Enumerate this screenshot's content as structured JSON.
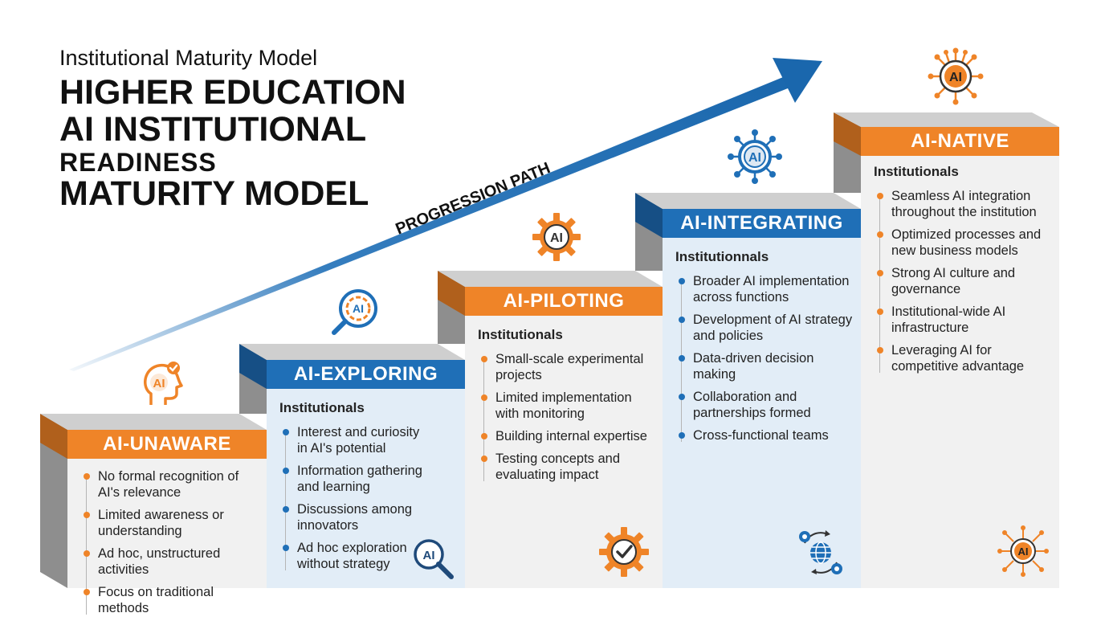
{
  "header": {
    "subtitle": "Institutional Maturity Model",
    "title_lines": [
      "HIGHER EDUCATION",
      "AI INSTITUTIONAL",
      "READINESS",
      "MATURITY MODEL"
    ]
  },
  "progression_label": "PROGRESSION PATH",
  "icon_text": "AI",
  "colors": {
    "orange": "#EF8428",
    "blue": "#1F6FB7",
    "light_gray": "#F1F1F1",
    "light_blue": "#E2EDF7",
    "dark": "#111111"
  },
  "stages": [
    {
      "name": "AI-UNAWARE",
      "accent": "orange",
      "icon": "head-ai-check-icon",
      "items": [
        "No formal recognition of AI's relevance",
        "Limited awareness or understanding",
        "Ad hoc, unstructured activities",
        "Focus on traditional methods"
      ]
    },
    {
      "name": "AI-EXPLORING",
      "accent": "blue",
      "heading": "Institutionals",
      "icon": "magnifier-ai-icon",
      "items": [
        "Interest and curiosity in AI's potential",
        "Information gathering and learning",
        "Discussions among innovators",
        "Ad hoc exploration without strategy"
      ]
    },
    {
      "name": "AI-PILOTING",
      "accent": "orange",
      "heading": "Institutionals",
      "icon": "gear-ai-icon",
      "items": [
        "Small-scale experimental projects",
        "Limited implementation with monitoring",
        "Building internal expertise",
        "Testing concepts and evaluating impact"
      ]
    },
    {
      "name": "AI-INTEGRATING",
      "accent": "blue",
      "heading": "Institutionnals",
      "icon": "network-ai-icon",
      "items": [
        "Broader AI implementation across functions",
        "Development of AI strategy and policies",
        "Data-driven decision making",
        "Collaboration and partnerships formed",
        "Cross-functional teams"
      ]
    },
    {
      "name": "AI-NATIVE",
      "accent": "orange",
      "heading": "Institutionals",
      "icon": "ai-chip-circuit-icon",
      "items": [
        "Seamless AI integration throughout the institution",
        "Optimized processes and new business models",
        "Strong AI culture and governance",
        "Institutional-wide AI infrastructure",
        "Leveraging AI for competitive advantage"
      ]
    }
  ]
}
